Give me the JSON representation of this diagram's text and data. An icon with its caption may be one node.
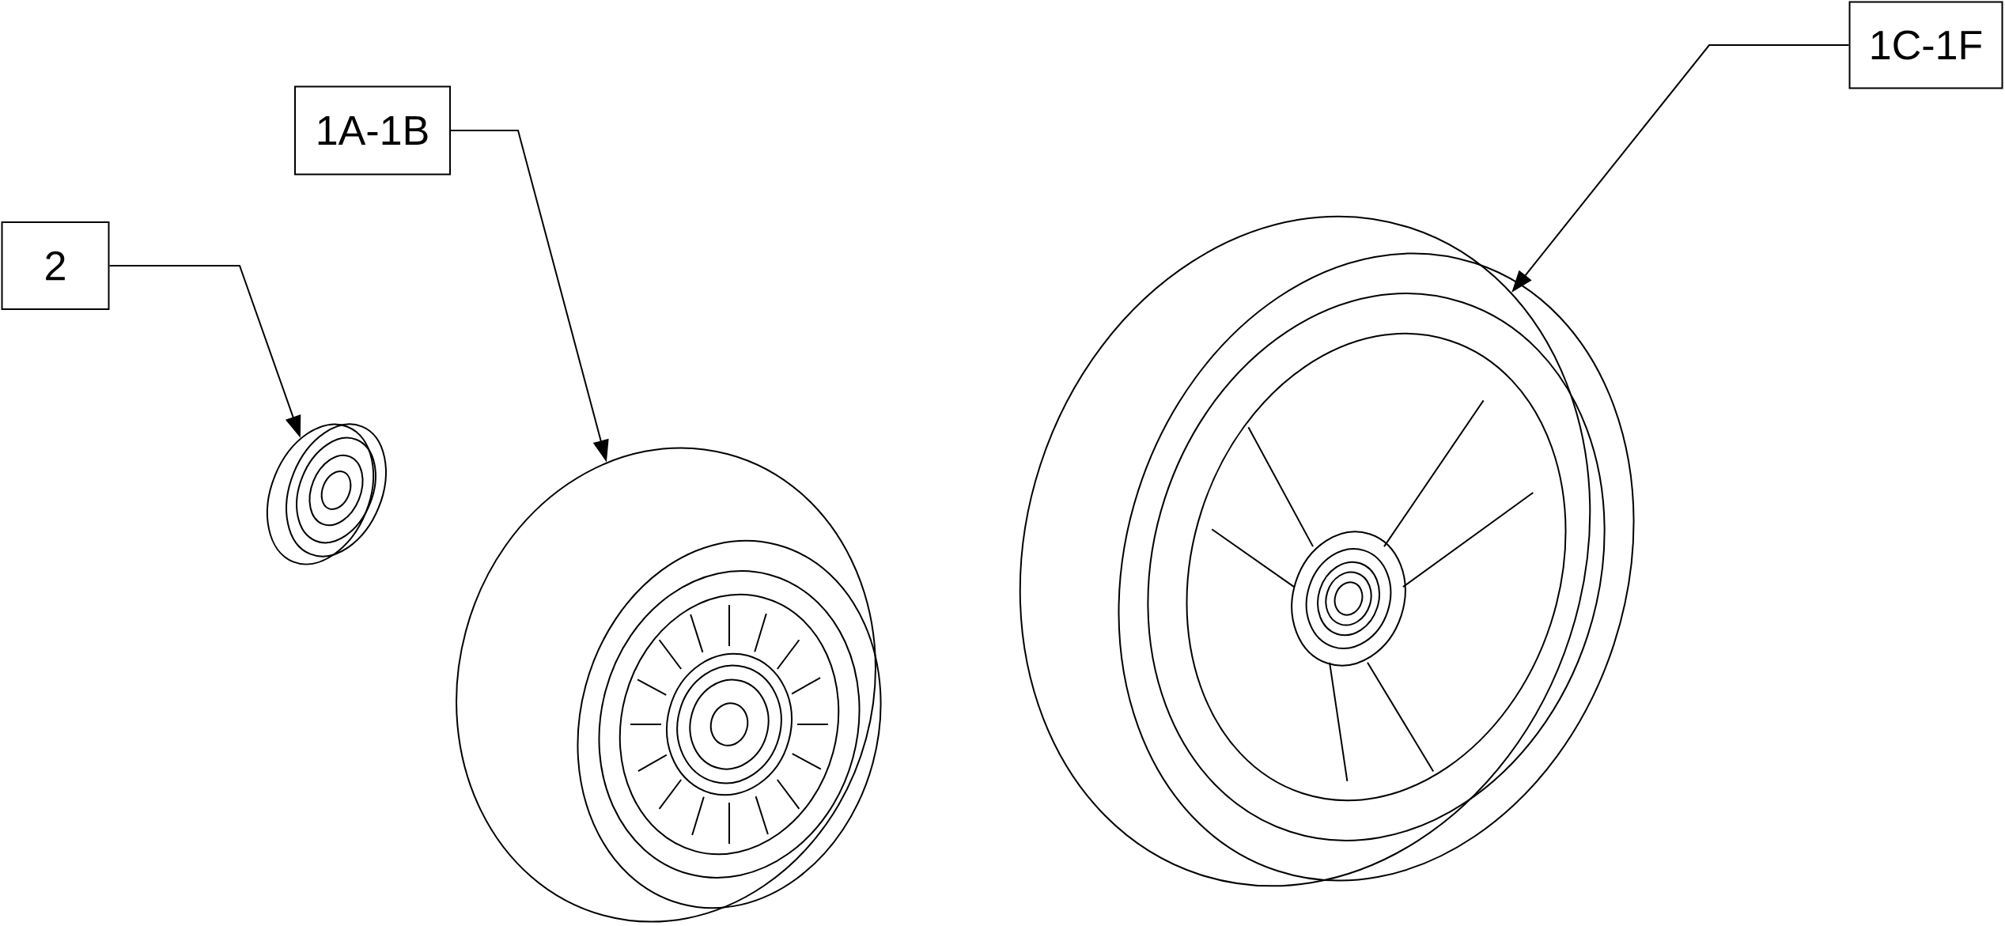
{
  "diagram": {
    "nodes": [
      {
        "text": [
          "2"
        ]
      },
      {
        "text": [
          "1A-1B"
        ]
      },
      {
        "text": [
          "1C-1F"
        ]
      },
      {
        "text": [],
        "shape": "picture"
      },
      {
        "text": [],
        "shape": "picture"
      },
      {
        "text": [],
        "shape": "picture"
      }
    ],
    "edges": [
      {
        "from": 0,
        "to": 3,
        "arrow": "to"
      },
      {
        "from": 1,
        "to": 4,
        "arrow": "to"
      },
      {
        "from": 2,
        "to": 5,
        "arrow": "to"
      }
    ]
  }
}
